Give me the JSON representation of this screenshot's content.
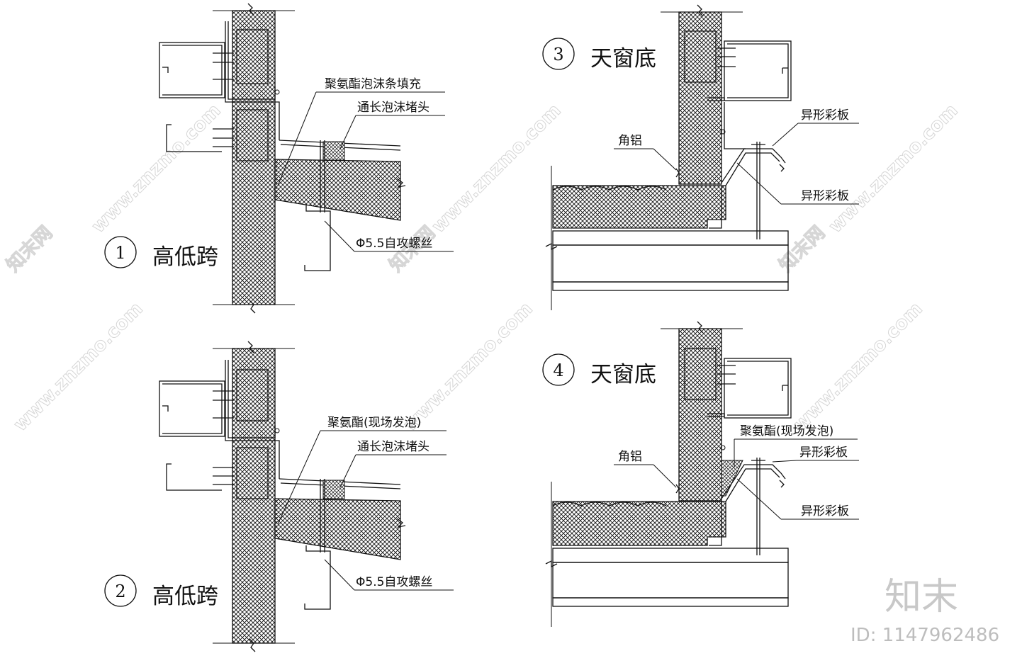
{
  "details": [
    {
      "num": "1",
      "title": "高低跨",
      "labels": [
        "聚氨酯泡沫条填充",
        "通长泡沫堵头",
        "Φ5.5自攻螺丝"
      ]
    },
    {
      "num": "2",
      "title": "高低跨",
      "labels": [
        "聚氨酯(现场发泡)",
        "通长泡沫堵头",
        "Φ5.5自攻螺丝"
      ]
    },
    {
      "num": "3",
      "title": "天窗底",
      "labels": [
        "异形彩板",
        "角铝",
        "异形彩板"
      ]
    },
    {
      "num": "4",
      "title": "天窗底",
      "labels": [
        "聚氨酯(现场发泡)",
        "异形彩板",
        "角铝",
        "异形彩板"
      ]
    }
  ],
  "watermark": {
    "site": "www.znzmo.com",
    "brand": "知末网",
    "logo": "知末",
    "id_text": "ID: 1147962486"
  }
}
